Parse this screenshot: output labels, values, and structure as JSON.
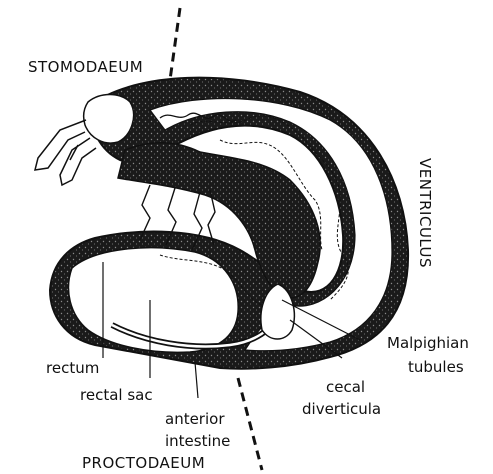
{
  "diagram": {
    "labels": {
      "stomodaeum": "STOMODAEUM",
      "ventriculus": "VENTRICULUS",
      "malpighian_line1": "Malpighian",
      "malpighian_line2": "tubules",
      "rectum": "rectum",
      "rectal_sac": "rectal sac",
      "cecal_line1": "cecal",
      "cecal_line2": "diverticula",
      "anterior_line1": "anterior",
      "anterior_line2": "intestine",
      "proctodaeum": "PROCTODAEUM"
    },
    "colors": {
      "ink": "#111111",
      "paper": "#ffffff",
      "stipple": "#2a2a2a"
    }
  }
}
